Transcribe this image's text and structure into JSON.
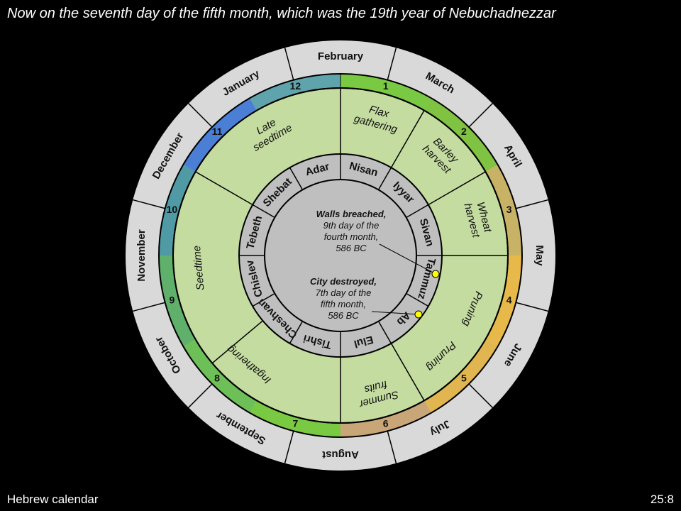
{
  "title": "Now on the seventh day of the fifth month, which was the 19th year of Nebuchadnezzar",
  "footer": {
    "caption": "Hebrew calendar",
    "reference": "25:8"
  },
  "gregorian_months": [
    "March",
    "April",
    "May",
    "June",
    "July",
    "August",
    "September",
    "October",
    "November",
    "December",
    "January",
    "February"
  ],
  "month_numbers": [
    "1",
    "2",
    "3",
    "4",
    "5",
    "6",
    "7",
    "8",
    "9",
    "10",
    "11",
    "12"
  ],
  "number_ring_colors": [
    "#7ac943",
    "#80c242",
    "#c8b266",
    "#e7b84a",
    "#e1b651",
    "#c8a677",
    "#7ac943",
    "#6dbf57",
    "#5fb06a",
    "#4f9aa5",
    "#4b7fd6",
    "#5fa3ad"
  ],
  "hebrew_months": [
    "Nisan",
    "Iyyar",
    "Sivan",
    "Tammuz",
    "Ab",
    "Elul",
    "Tishri",
    "Cheshvan",
    "Chislev",
    "Tebeth",
    "Shebat",
    "Adar"
  ],
  "seasons": [
    {
      "lines": [
        "Flax",
        "gathering"
      ]
    },
    {
      "lines": [
        "Barley",
        "harvest"
      ]
    },
    {
      "lines": [
        "Wheat",
        "harvest"
      ]
    },
    {
      "lines": [
        "Pruning"
      ]
    },
    {
      "lines": [
        "Pruning"
      ]
    },
    {
      "lines": [
        "Summer",
        "fruits"
      ]
    },
    {
      "lines": [
        "Ingathering"
      ]
    },
    {
      "lines": [
        "Seedtime"
      ]
    },
    {
      "lines": [
        "Late",
        "seedtime"
      ]
    }
  ],
  "events": [
    {
      "bold": "Walls breached,",
      "lines": [
        "9th day of the",
        "fourth month,",
        "586 BC"
      ]
    },
    {
      "bold": "City destroyed,",
      "lines": [
        "7th day of the",
        "fifth month,",
        "586 BC"
      ]
    }
  ],
  "colors": {
    "background": "#000000",
    "outer_ring": "#d9d9d9",
    "season_ring": "#c4dca0",
    "hebrew_ring": "#bfbfbf",
    "center": "#bfbfbf",
    "marker": "#ffff00"
  }
}
